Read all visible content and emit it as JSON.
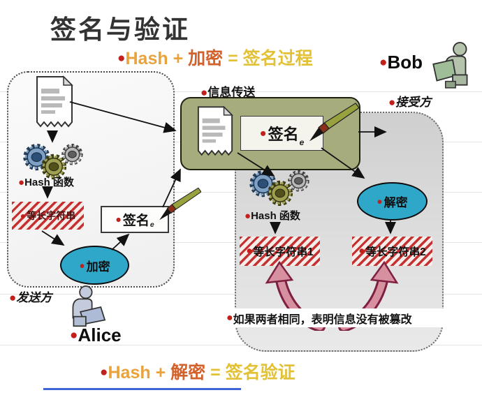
{
  "title": "签名与验证",
  "bullet": "●",
  "pen_mark": "e",
  "formula_top": {
    "hash": "Hash + ",
    "method": "加密",
    "equals": " = ",
    "result": "签名过程"
  },
  "formula_bottom": {
    "hash": "Hash + ",
    "method": "解密",
    "equals": " = ",
    "result": "签名验证"
  },
  "actors": {
    "receiver_name": "Bob",
    "receiver_role": "接受方",
    "sender_name": "Alice",
    "sender_role": "发送方"
  },
  "transfer": {
    "label": "信息传送",
    "sign_label": "签名"
  },
  "sender_panel": {
    "hash_fn": "Hash 函数",
    "digest": "等长字符串",
    "encrypt": "加密",
    "sign_label": "签名"
  },
  "receiver_panel": {
    "hash_fn": "Hash 函数",
    "digest1": "等长字符串1",
    "digest2": "等长字符串2",
    "decrypt": "解密",
    "note": "如果两者相同，表明信息没有被篡改"
  },
  "icons": {
    "document": "document-icon",
    "gears": "hash-gears-icon",
    "brush": "signature-brush-icon",
    "person_laptop": "person-with-laptop-icon"
  },
  "colors": {
    "accent_red": "#c2201a",
    "formula_orange": "#e8a33c",
    "formula_red_orange": "#d2612c",
    "formula_yellow": "#e2c136",
    "olive_box": "#a7ac7d",
    "teal_ellipse": "#2fa7c9",
    "hatch_red": "#c53030",
    "pink_arrow": "#d6909f",
    "pink_arrow_outline": "#7e2040",
    "bottom_line_blue": "#4063d8"
  }
}
